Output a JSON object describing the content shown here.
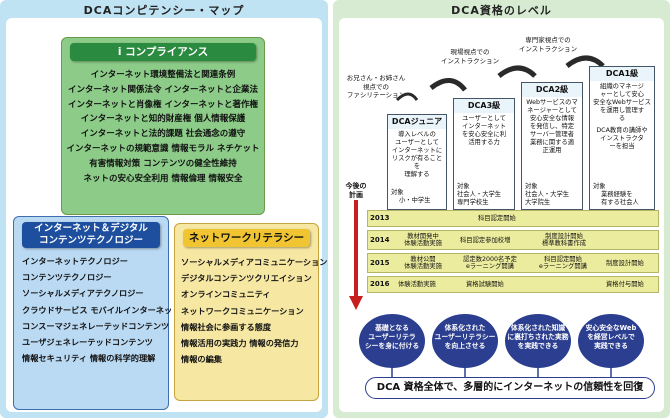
{
  "left": {
    "title": "DCAコンピテンシー・マップ",
    "box_i": {
      "title": "i コンプライアンス",
      "items": [
        "インターネット環境整備法と関連条例",
        "インターネット関係法令 インターネットと企業法",
        "インターネットと肖像権 インターネットと著作権",
        "インターネットと知的財産権 個人情報保護",
        "インターネットと法的課題 社会通念の遵守",
        "インターネットの規範意識 情報モラル ネチケット",
        "有害情報対策 コンテンツの健全性維持",
        "ネットの安心安全利用 情報倫理 情報安全"
      ]
    },
    "box_t": {
      "title_line1": "インターネット＆デジタル",
      "title_line2": "コンテンツテクノロジー",
      "items": [
        "インターネットテクノロジー",
        "コンテンツテクノロジー",
        "ソーシャルメディアテクノロジー",
        "クラウドサービス モバイルインターネット",
        "コンスーマジェネレーテッドコンテンツ",
        "ユーザジェネレーテッドコンテンツ",
        "情報セキュリティ 情報の科学的理解"
      ]
    },
    "box_n": {
      "title": "ネットワークリテラシー",
      "items": [
        "ソーシャルメディアコミュニケーション",
        "デジタルコンテンツクリエイション",
        "オンラインコミュニティ",
        "ネットワークコミュニケーション",
        "情報社会に参画する態度",
        "情報活用の実践力 情報の発信力",
        "情報の編集"
      ]
    }
  },
  "right": {
    "title": "DCA資格のレベル",
    "viewpoints": {
      "v1_l1": "お兄さん・お姉さん",
      "v1_l2": "視点での",
      "v1_l3": "ファシリテーション",
      "v2_l1": "現場視点での",
      "v2_l2": "インストラクション",
      "v3_l1": "専門家視点での",
      "v3_l2": "インストラクション"
    },
    "levels": {
      "jr_title": "DCAジュニア",
      "jr_body": [
        "導入レベルの",
        "ユーザーとして",
        "インターネットに",
        "リスクが有ることを",
        "理解する"
      ],
      "jr_target": [
        "対象",
        "小・中学生"
      ],
      "l3_title": "DCA3級",
      "l3_body": [
        "ユーザーとして",
        "インターネット",
        "を安心安全に利",
        "活用する力"
      ],
      "l3_target": [
        "対象",
        "社会人・大学生",
        "専門学校生"
      ],
      "l2_title": "DCA2級",
      "l2_body": [
        "Webサービスのマ",
        "ネージャーとして",
        "安心安全な情報",
        "を発信し、特定",
        "サーバー管理者",
        "業務に関する適",
        "正運用"
      ],
      "l2_target": [
        "対象",
        "社会人・大学生",
        "大学院生"
      ],
      "l1_title": "DCA1級",
      "l1_body": [
        "組織のマネージ",
        "ャーとして安心",
        "安全なWebサービス",
        "を運用し管理す",
        "る",
        "",
        "DCA教育の講師や",
        "インストラクタ",
        "ーを担当"
      ],
      "l1_target": [
        "対象",
        "業務経験を",
        "有する社会人"
      ]
    },
    "plan_l1": "今後の",
    "plan_l2": "計画",
    "timeline": [
      {
        "year": "2013",
        "items": [
          "科目認定開始"
        ]
      },
      {
        "year": "2014",
        "items": [
          "教材開発中",
          "体験活動実施",
          "科目認定参加校増",
          "制度設計開始",
          "標準教科書作成"
        ]
      },
      {
        "year": "2015",
        "items": [
          "教材公開",
          "体験活動実施",
          "認定数2000名予定",
          "eラーニング開講",
          "科目認定開始",
          "eラーニング開講",
          "制度設計開始"
        ]
      },
      {
        "year": "2016",
        "items": [
          "体験活動実施",
          "資格試験開始",
          "資格付与開始"
        ]
      }
    ],
    "ovals": [
      [
        "基礎となる",
        "ユーザーリテラ",
        "シーを身に付ける"
      ],
      [
        "体系化された",
        "ユーザーリテラシー",
        "を向上させる"
      ],
      [
        "体系化された知識",
        "に裏打ちされた実務",
        "を実践できる"
      ],
      [
        "安心安全なWeb",
        "を経営レベルで",
        "実践できる"
      ]
    ],
    "bottom_text": "DCA 資格全体で、多層的にインターネットの信頼性を回復"
  },
  "colors": {
    "left_bg": "#bfe3f3",
    "right_bg": "#d7ebd3",
    "compliance_green": "#2a8b40",
    "tech_blue": "#1e4f9e",
    "literacy_yellow": "#f0c531",
    "arrow_red": "#c81e1e",
    "oval_navy": "#2b3e8f"
  }
}
